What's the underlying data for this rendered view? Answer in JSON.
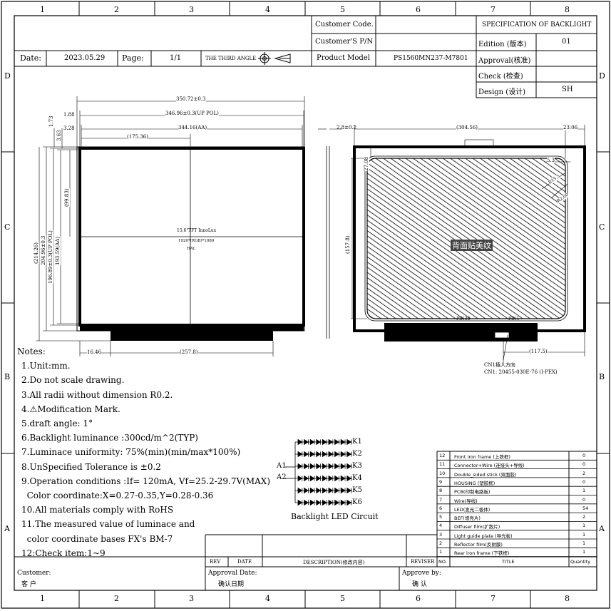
{
  "columns": [
    "1",
    "2",
    "3",
    "4",
    "5",
    "6",
    "7",
    "8"
  ],
  "rows": [
    "D",
    "C",
    "B",
    "A"
  ],
  "title_block": {
    "customer_code_label": "Customer Code.",
    "customer_pn_label": "Customer'S P/N",
    "product_model_label": "Product Model",
    "product_model_value": "PS1560MN237-M7801",
    "spec_title": "SPECIFICATION OF BACKLIGHT",
    "edition_label": "Edition (版本)",
    "edition_value": "01",
    "approval_label": "Approval(核准)",
    "check_label": "Check  (检查)",
    "design_label": "Design  (设计)",
    "design_value": "SH",
    "date_label": "Date:",
    "date_value": "2023.05.29",
    "page_label": "Page:",
    "page_value": "1/1",
    "third_angle": "THE THIRD ANGLE"
  },
  "dimensions": {
    "overall_width": "350.72±0.3",
    "pol_width": "346.96±0.3(UP POL)",
    "aa_width": "344.16(AA)",
    "half_width": "(175.36)",
    "left_1": "1.88",
    "left_2": "3.28",
    "top_1": "1.73",
    "top_2": "3.63",
    "overall_height": "(214.26)",
    "height_2": "204.96±0.3",
    "pol_height": "196.89±0.3(UP POL)",
    "aa_height": "193.59(AA)",
    "half_height": "(99.83)",
    "bottom_left": "16.46",
    "bottom_span": "(257.8)",
    "thickness": "2.8±0.2",
    "back_width": "(304.56)",
    "back_right": "23.06",
    "back_height": "(157.8)",
    "back_top": "27.08",
    "r_1": "5.3",
    "r_2": "R15.3",
    "r_3": "R2.00",
    "connector_offset": "(117.5)",
    "pin_left": "PIN30",
    "pin_right": "PIN1"
  },
  "panel_label": {
    "line1": "15.6\"TFT InnoLux",
    "line2": "1920*(RGB)*1080",
    "line3": "HAL"
  },
  "back_label": "背面贴美纹",
  "connector": {
    "direction": "CN1插入方向",
    "part": "CN1: 20455-030E-76 (I-PEX)"
  },
  "notes": {
    "title": "Notes:",
    "items": [
      "1.Unit:mm.",
      "2.Do not scale drawing.",
      "3.All radii without dimension R0.2.",
      "4.⚠Modification Mark.",
      "5.draft angle: 1°",
      "6.Backlight luminance :300cd/m^2(TYP)",
      "7.Luminace uniformity: 75%(min)(min/max*100%)",
      "8.UnSpecified Tolerance is ±0.2",
      "9.Operation conditions :If= 120mA, Vf=25.2-29.7V(MAX)",
      "  Color coordinate:X=0.27-0.35,Y=0.28-0.36",
      "10.All materials comply with RoHS",
      "11.The measured value of luminace and",
      "  color coordinate bases FX's BM-7",
      "12:Check item:1~9"
    ]
  },
  "led_circuit": {
    "title": "Backlight LED Circuit",
    "anodes": [
      "A1",
      "A2"
    ],
    "cathodes": [
      "K1",
      "K2",
      "K3",
      "K4",
      "K5",
      "K6"
    ]
  },
  "bom": {
    "headers": {
      "no": "NO.",
      "title": "TITLE",
      "qty": "Quantity"
    },
    "items": [
      {
        "no": "12",
        "title": "Front iron frame  (上铁框)",
        "qty": "0"
      },
      {
        "no": "11",
        "title": "Connector+Wire (连接头+导线)",
        "qty": "0"
      },
      {
        "no": "10",
        "title": "Double_sided stick (双面胶)",
        "qty": "2"
      },
      {
        "no": "9",
        "title": "HOUSING (塑胶框)",
        "qty": "0"
      },
      {
        "no": "8",
        "title": "PCB(印制电路板)",
        "qty": "1"
      },
      {
        "no": "7",
        "title": "Wire(导线)",
        "qty": "0"
      },
      {
        "no": "6",
        "title": "LED(发光二极体)",
        "qty": "54"
      },
      {
        "no": "5",
        "title": "BEF(增亮片)",
        "qty": "2"
      },
      {
        "no": "4",
        "title": "Diffuser film(扩散片)",
        "qty": "1"
      },
      {
        "no": "3",
        "title": "Light guide plate (导光板)",
        "qty": "1"
      },
      {
        "no": "2",
        "title": "Reflector film(反射膜)",
        "qty": "1"
      },
      {
        "no": "1",
        "title": "Rear iron frame (下铁框)",
        "qty": "1"
      }
    ]
  },
  "revision": {
    "rev": "REV",
    "date": "DATE",
    "description": "DESCRIPTION(修改内容)",
    "reviser": "REVISER"
  },
  "footer": {
    "customer_label": "Customer:",
    "customer_cn": "客  户",
    "approval_date": "Approval Date:",
    "approval_date_cn": "确认日期",
    "approve_by": "Approve by:",
    "approve_by_cn": "确  认"
  }
}
